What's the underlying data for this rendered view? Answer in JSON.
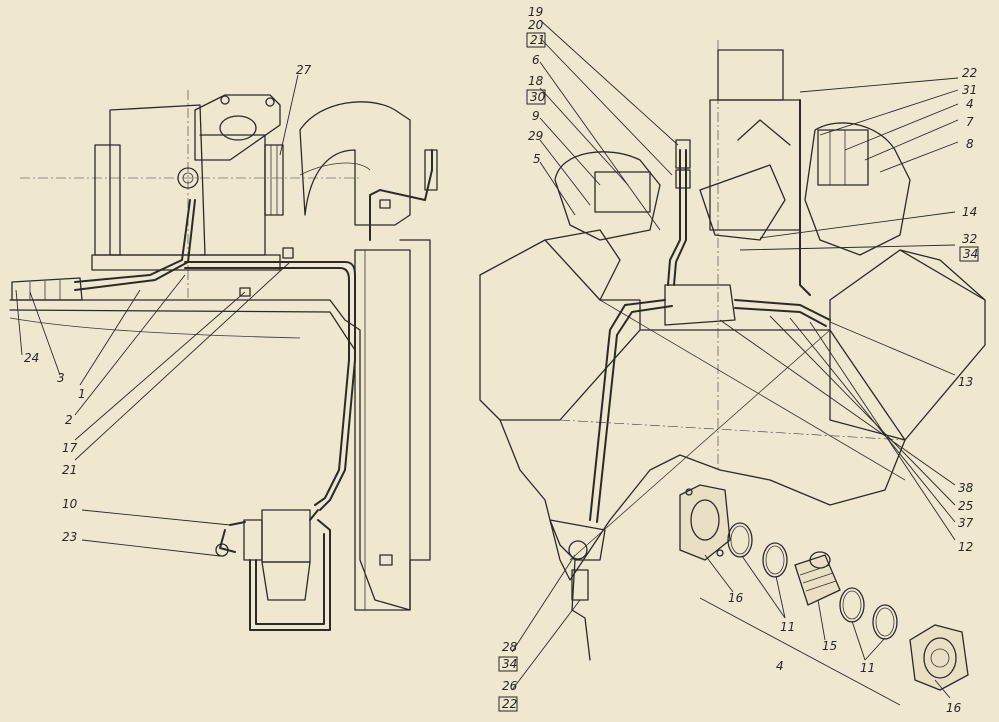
{
  "labels": {
    "l27": "27",
    "l24": "24",
    "l3": "3",
    "l1": "1",
    "l2": "2",
    "l17": "17",
    "l21a": "21",
    "l10": "10",
    "l23": "23",
    "l19": "19",
    "l20": "20",
    "l21b": "21",
    "l6": "6",
    "l18": "18",
    "l30": "30",
    "l9": "9",
    "l29": "29",
    "l5": "5",
    "l22a": "22",
    "l31": "31",
    "l4a": "4",
    "l7": "7",
    "l8": "8",
    "l14": "14",
    "l32": "32",
    "l34a": "34",
    "l13": "13",
    "l38": "38",
    "l25": "25",
    "l37": "37",
    "l12": "12",
    "l16a": "16",
    "l11a": "11",
    "l15": "15",
    "l11b": "11",
    "l4b": "4",
    "l16b": "16",
    "l28": "28",
    "l34b": "34",
    "l26": "26",
    "l22b": "22"
  },
  "colors": {
    "paper": "#efe7d0",
    "ink": "#2d2a26"
  }
}
